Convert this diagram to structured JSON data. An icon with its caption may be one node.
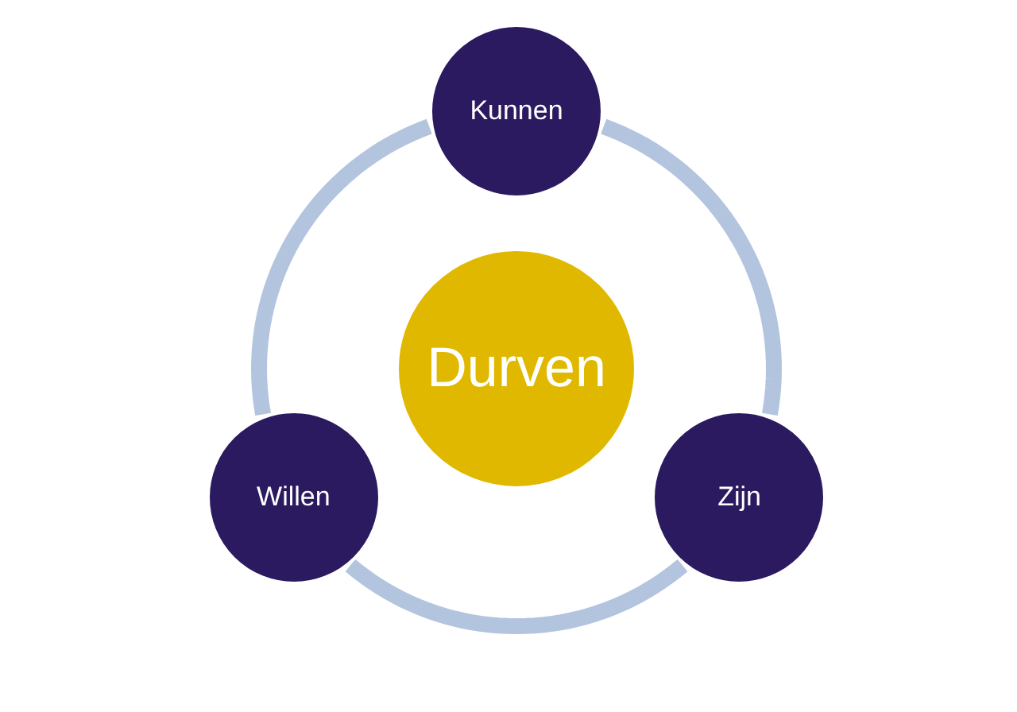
{
  "diagram": {
    "nodes": [
      {
        "text": [
          "Kunnen"
        ]
      },
      {
        "text": [
          "Durven"
        ]
      },
      {
        "text": [
          "Willen"
        ]
      },
      {
        "text": [
          "Zijn"
        ]
      }
    ],
    "edges": [
      {
        "from": 0,
        "to": 3,
        "arrow": "none"
      },
      {
        "from": 3,
        "to": 2,
        "arrow": "none"
      },
      {
        "from": 2,
        "to": 0,
        "arrow": "none"
      }
    ]
  }
}
